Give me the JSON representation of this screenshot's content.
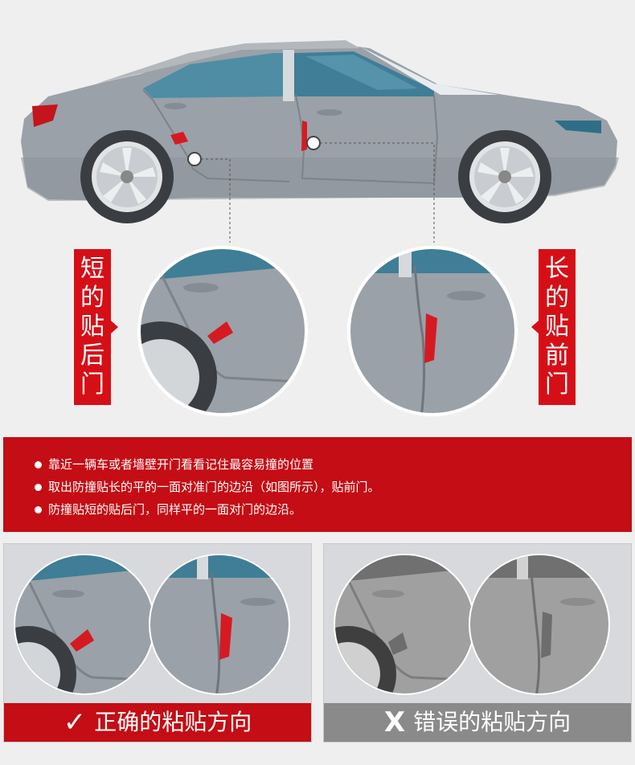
{
  "tags": {
    "rear": [
      "短",
      "的",
      "贴",
      "后",
      "门"
    ],
    "front": [
      "长",
      "的",
      "贴",
      "前",
      "门"
    ]
  },
  "instructions": [
    "靠近一辆车或者墙壁开门看看记住最容易撞的位置",
    "取出防撞贴长的平的一面对准门的边沿（如图所示），贴前门。",
    "防撞贴短的贴后门，同样平的一面对门的边沿。"
  ],
  "correct": {
    "mark": "✓",
    "label": "正确的粘贴方向"
  },
  "wrong": {
    "mark": "X",
    "label": "错误的粘贴方向"
  },
  "colors": {
    "accent_red": "#d60f17",
    "car_body": "#9aa1a8",
    "glass": "#4e8da3",
    "wrong_bar": "#8a8a8a"
  }
}
